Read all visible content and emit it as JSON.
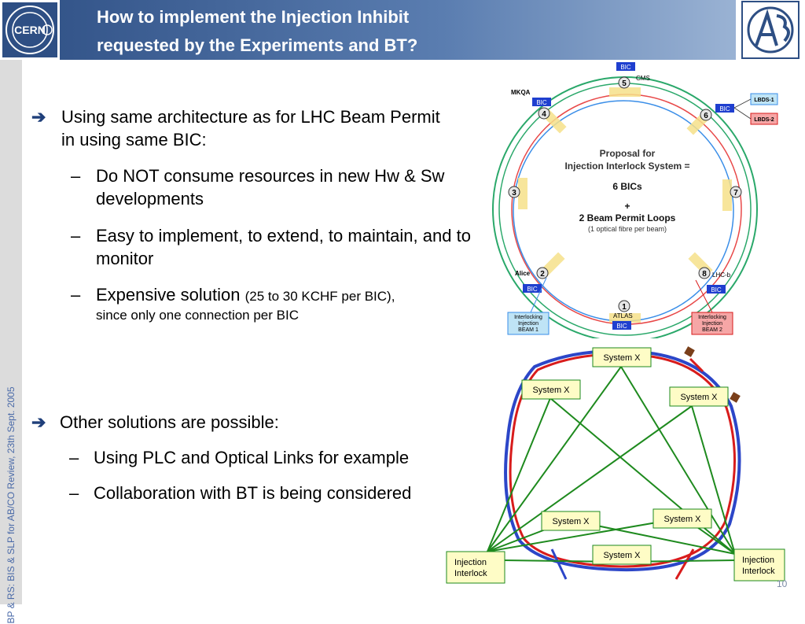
{
  "header": {
    "title_line1": "How to implement the Injection Inhibit",
    "title_line2": "requested by the Experiments and BT?",
    "cern_logo_text": "CERN"
  },
  "sidebar": {
    "text": "BP & RS:  BIS & SLP for AB/CO Review, 23th Sept. 2005"
  },
  "bullets": {
    "b1": "Using same architecture as for LHC Beam Permit in using same BIC:",
    "b1_sub1": "Do NOT consume resources in new Hw & Sw developments",
    "b1_sub2": "Easy to implement, to extend, to maintain, and to monitor",
    "b1_sub3_main": "Expensive solution",
    "b1_sub3_small": "(25 to 30 KCHF per BIC),",
    "b1_sub3_line2": "since only one connection per BIC",
    "b2": "Other solutions are possible:",
    "b2_sub1": "Using PLC and Optical Links for example",
    "b2_sub2": "Collaboration with BT is being considered",
    "dash": "–"
  },
  "ring": {
    "bic": "BIC",
    "cms": "CMS",
    "mkqa": "MKQA",
    "alice": "Alice",
    "atlas": "ATLAS",
    "lhcb": "LHC-b",
    "lbds1": "LBDS-1",
    "lbds2": "LBDS-2",
    "points": [
      "1",
      "2",
      "3",
      "4",
      "5",
      "6",
      "7",
      "8"
    ],
    "proposal_line1": "Proposal for",
    "proposal_line2": "Injection Interlock System =",
    "count": "6 BICs",
    "plus": "+",
    "loops": "2 Beam Permit Loops",
    "fibre": "(1 optical fibre per beam)",
    "inj1": [
      "Interlocking",
      "Injection",
      "BEAM 1"
    ],
    "inj2": [
      "Interlocking",
      "Injection",
      "BEAM 2"
    ]
  },
  "network": {
    "system": "System X",
    "inj_line1": "Injection",
    "inj_line2": "Interlock"
  },
  "footer": {
    "page": "10"
  },
  "colors": {
    "header": "#2e4f84",
    "bic": "#1f3fcf",
    "inj": "#bfe4f6",
    "lines": "#1e8a1e",
    "ring_red": "#d81c1c",
    "ring_blue": "#2c46c8"
  }
}
